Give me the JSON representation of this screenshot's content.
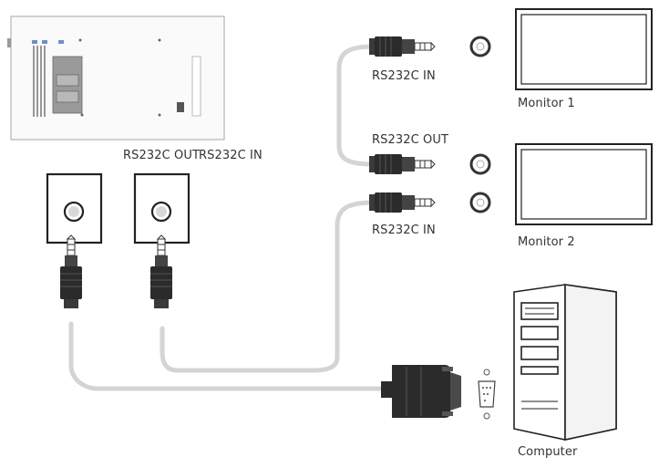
{
  "labels": {
    "rs232c_out_top": "RS232C OUT",
    "rs232c_in_top": "RS232C IN",
    "monitor1_rs232c_in": "RS232C IN",
    "monitor2_rs232c_out": "RS232C OUT",
    "monitor2_rs232c_in": "RS232C IN",
    "monitor1": "Monitor 1",
    "monitor2": "Monitor 2",
    "computer": "Computer"
  },
  "colors": {
    "line": "#333333",
    "cable": "#d4d4d4",
    "plug_dark": "#2b2b2b",
    "panel_fill": "#9a9a9a"
  }
}
